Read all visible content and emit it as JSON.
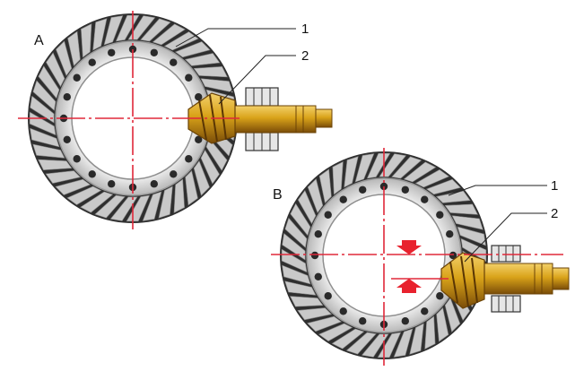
{
  "figure": {
    "panels": [
      {
        "label": "A",
        "callouts": [
          "1",
          "2"
        ]
      },
      {
        "label": "B",
        "callouts": [
          "1",
          "2"
        ]
      }
    ],
    "colors": {
      "gear_teeth_dark": "#3a3a3a",
      "gear_teeth_light": "#c9c9c9",
      "gear_web": "#d6d6d6",
      "bolt_hole": "#2a2a2a",
      "pinion_gold": "#d9a319",
      "pinion_gold_dark": "#8a5a0a",
      "centerline_red": "#e0283a",
      "arrow_red": "#e8222e",
      "bearing": "#e6e6e6"
    }
  }
}
